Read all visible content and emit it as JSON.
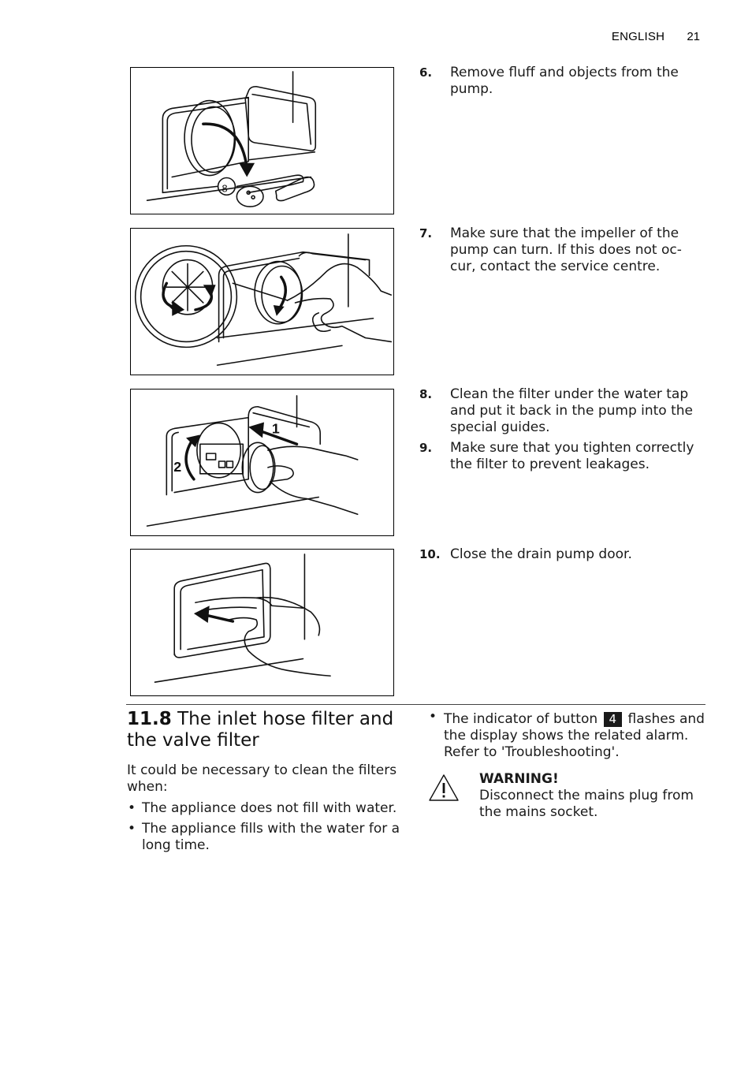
{
  "header": {
    "language": "ENGLISH",
    "page_number": "21"
  },
  "steps": [
    {
      "num": "6.",
      "text": "Remove fluff and objects from the pump."
    },
    {
      "num": "7.",
      "text": "Make sure that the impeller of the pump can turn. If this does not oc-cur, contact the service centre."
    },
    {
      "num": "8.",
      "text": "Clean the filter under the water tap and put it back in the pump into the special guides."
    },
    {
      "num": "9.",
      "text": "Make sure that you tighten correctly the filter to prevent leakages."
    },
    {
      "num": "10.",
      "text": "Close the drain pump door."
    }
  ],
  "figures": {
    "fig3_label_1": "1",
    "fig3_label_2": "2"
  },
  "section": {
    "number": "11.8",
    "title": "The inlet hose filter and the valve filter",
    "intro": "It could be necessary to clean the filters when:",
    "bullets": [
      "The appliance does not fill with water.",
      "The appliance fills with the water for a long time."
    ],
    "right_bullet": {
      "before": "The indicator of button",
      "button": "4",
      "after": "flashes and the display shows the related alarm. Refer to 'Troubleshooting'."
    },
    "warning": {
      "title": "WARNING!",
      "text": "Disconnect the mains plug from the mains socket."
    }
  }
}
